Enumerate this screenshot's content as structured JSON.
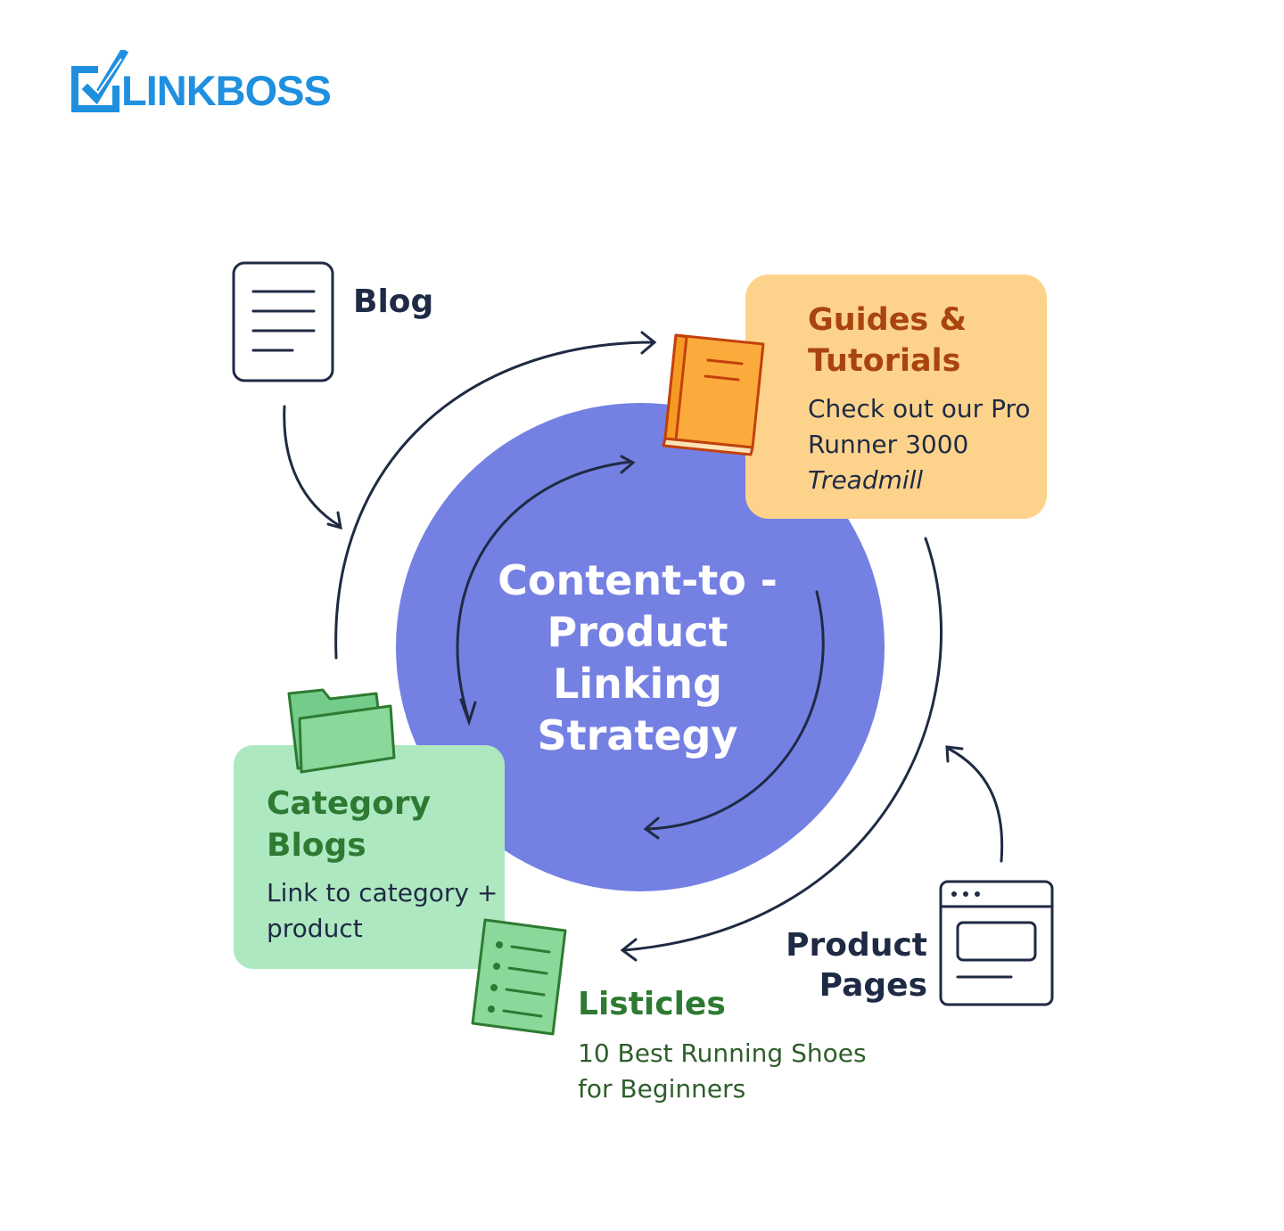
{
  "logo": {
    "text": "LINKBOSS",
    "color": "#1f8fe0"
  },
  "center": {
    "title": "Content-to -Product Linking Strategy",
    "color": "#7580e3"
  },
  "blog": {
    "label": "Blog",
    "icon": "document-icon"
  },
  "guides": {
    "title": "Guides & Tutorials",
    "text": "Check out our Pro Runner 3000",
    "text_italic": "Treadmill",
    "icon": "book-icon",
    "color": "#fdd38c"
  },
  "category": {
    "title": "Category Blogs",
    "text": "Link to category + product",
    "icon": "folder-icon",
    "color": "#ade8c1"
  },
  "listicles": {
    "title": "Listicles",
    "text": "10 Best Running Shoes for Beginners",
    "icon": "checklist-icon"
  },
  "product": {
    "label": "Product Pages",
    "icon": "browser-window-icon"
  }
}
